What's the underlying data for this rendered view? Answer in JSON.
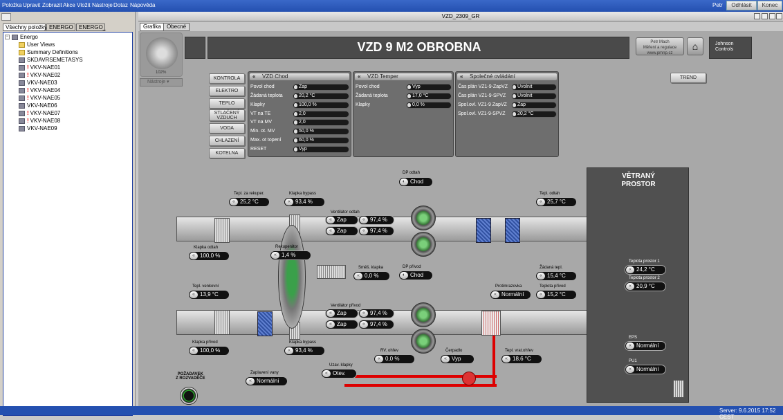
{
  "menu": {
    "items": [
      "Položka",
      "Upravit",
      "Zobrazit",
      "Akce",
      "Vložit",
      "Nástroje",
      "Dotaz",
      "Nápověda"
    ],
    "user": "Petr",
    "logout": "Odhlásit",
    "exit": "Konec"
  },
  "left": {
    "tabs": [
      "Všechny položky",
      "ENERGO",
      "ENERGO_"
    ],
    "tree": [
      {
        "label": "Energo"
      },
      {
        "label": "User Views"
      },
      {
        "label": "Summary Definitions"
      },
      {
        "label": "SKDAVRSEMETASYS"
      },
      {
        "label": "VKV-NAE01"
      },
      {
        "label": "VKV-NAE02"
      },
      {
        "label": "VKV-NAE03"
      },
      {
        "label": "VKV-NAE04"
      },
      {
        "label": "VKV-NAE05"
      },
      {
        "label": "VKV-NAE06"
      },
      {
        "label": "VKV-NAE07"
      },
      {
        "label": "VKV-NAE08"
      },
      {
        "label": "VKV-NAE09"
      }
    ]
  },
  "window": {
    "title": "VZD_2309_GR",
    "tabs": [
      "Grafika",
      "Obecné"
    ]
  },
  "scada": {
    "title": "VZD 9 M2 OBROBNA",
    "zoom": "102%",
    "tools_label": "Nástroje",
    "brand1": "Petr Mach\nMěření a regulace\nwww.pmnp.cz",
    "brand2": "Johnson\nControls",
    "trend": "TREND",
    "navbuttons": [
      "KONTROLA",
      "ELEKTRO",
      "TEPLO",
      "STLAČENÝ\nVZDUCH",
      "VODA",
      "CHLAZENÍ",
      "KOTELNA"
    ],
    "panel_chod": {
      "title": "VZD Chod",
      "rows": [
        {
          "k": "Povol chod",
          "v": "Zap"
        },
        {
          "k": "Žádaná teplota",
          "v": "20,2 °C"
        },
        {
          "k": "Klapky",
          "v": "100,0 %"
        },
        {
          "k": "VT na TE",
          "v": "2,0"
        },
        {
          "k": "VT na MV",
          "v": "2,0"
        },
        {
          "k": "Min. ot. MV",
          "v": "50,0 %"
        },
        {
          "k": "Max. ot topení",
          "v": "60,0 %"
        },
        {
          "k": "RESET",
          "v": "Vyp"
        }
      ]
    },
    "panel_temper": {
      "title": "VZD Temper",
      "rows": [
        {
          "k": "Povol chod",
          "v": "Vyp"
        },
        {
          "k": "Žádaná teplota",
          "v": "17,0 °C"
        },
        {
          "k": "Klapky",
          "v": "0,0 %"
        }
      ]
    },
    "panel_spol": {
      "title": "Společné ovládání",
      "rows": [
        {
          "k": "Čas plán VZ1-9-ZapVZ",
          "v": "Uvolnit"
        },
        {
          "k": "Čas plán VZ1-9-SPVZ",
          "v": "Uvolnit"
        },
        {
          "k": "Spol.ovl. VZ1-9 ZapVZ",
          "v": "Zap"
        },
        {
          "k": "Spol.ovl. VZ1-9-SPVZ",
          "v": "20,2 °C"
        }
      ]
    },
    "room": {
      "title": "VĚTRANÝ\nPROSTOR"
    },
    "values": {
      "dp_odtah_lbl": "DP odtah",
      "dp_odtah": "Chod",
      "tepl_za_rekuper_lbl": "Tepl. za rekuper.",
      "tepl_za_rekuper": "25,2 °C",
      "klapka_bypass_lbl": "Klapka bypass",
      "klapka_bypass": "93,4 %",
      "ventilator_odtah_lbl": "Ventilátor odtah",
      "vent_odtah_1": "Zap",
      "vent_odtah_1_val": "97,4 %",
      "vent_odtah_2": "Zap",
      "vent_odtah_2_val": "97,4 %",
      "tepl_odtah_lbl": "Tepl. odtah",
      "tepl_odtah": "25,7 °C",
      "klapka_odtah_lbl": "Klapka odtah",
      "klapka_odtah": "100,0 %",
      "rekuperator_lbl": "Rekuperátor",
      "rekuperator": "1,4 %",
      "smes_klapka_lbl": "Směš. klapka",
      "smes_klapka": "0,0 %",
      "dp_privod_lbl": "DP přívod",
      "dp_privod": "Chod",
      "zadana_tepl_lbl": "Žádaná tepl.",
      "zadana_tepl": "15,4 °C",
      "protimrazovka_lbl": "Protimrazovka",
      "protimrazovka": "Normální",
      "teplota_privod_lbl": "Teplota přívod",
      "teplota_privod": "15,2 °C",
      "tepl_venkovni_lbl": "Tepl. venkovní",
      "tepl_venkovni": "13,9 °C",
      "ventilator_privod_lbl": "Ventilátor přívod",
      "vent_privod_1": "Zap",
      "vent_privod_1_val": "97,4 %",
      "vent_privod_2": "Zap",
      "vent_privod_2_val": "97,4 %",
      "klapka_privod_lbl": "Klapka přívod",
      "klapka_privod": "100,0 %",
      "klapka_bypass2_lbl": "Klapka bypass",
      "klapka_bypass2": "93,4 %",
      "rv_ohrev_lbl": "RV. ohřev",
      "rv_ohrev": "0,0 %",
      "cerpadlo_lbl": "Čerpadlo",
      "cerpadlo": "Vyp",
      "tepl_vrat_ohrev_lbl": "Tepl. vrat.ohřev",
      "tepl_vrat_ohrev": "18,6 °C",
      "uzav_klapky_lbl": "Uzav. klapky",
      "uzav_klapky": "Otev.",
      "zaplaveni_vany_lbl": "Zaplavení vany",
      "zaplaveni_vany": "Normální",
      "pozadavek_lbl": "POŽADAVEK\nZ ROZVADĚČE",
      "teplota_prostor1_lbl": "Teplota prostor 1",
      "teplota_prostor1": "24,2 °C",
      "teplota_prostor2_lbl": "Teplota prostor 2",
      "teplota_prostor2": "20,9 °C",
      "eps_lbl": "EPS",
      "eps": "Normální",
      "pu1_lbl": "PU1",
      "pu1": "Normální"
    }
  },
  "status": {
    "server": "Server: 9.6.2015 17:52 CEST"
  }
}
